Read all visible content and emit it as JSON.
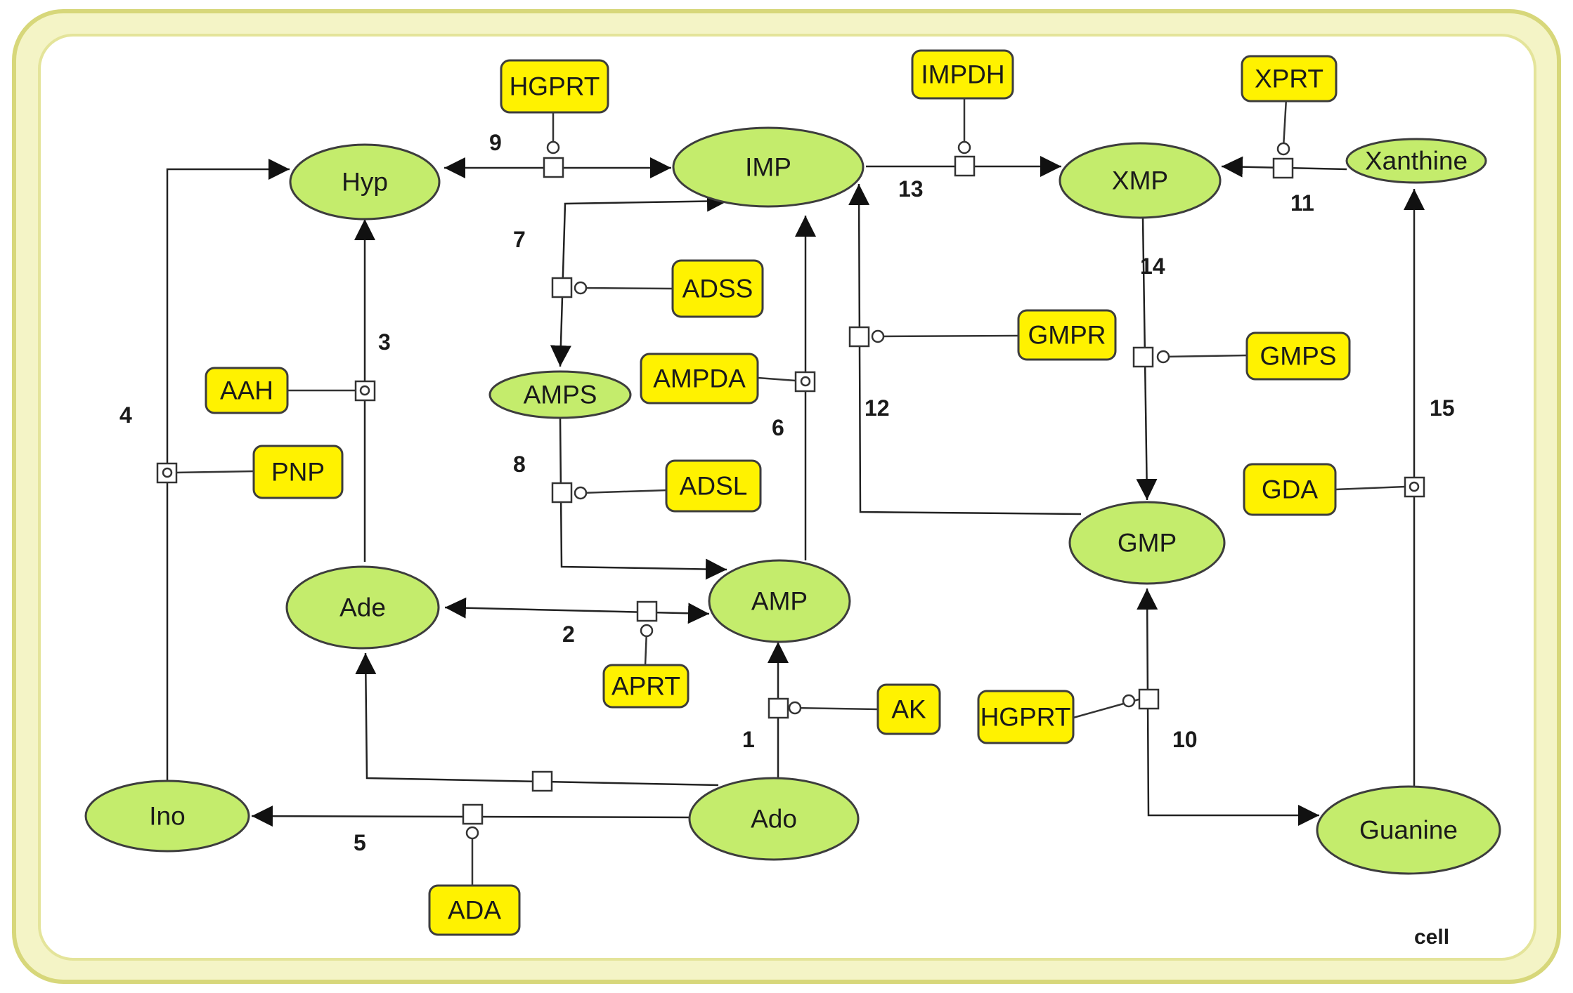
{
  "compartment": {
    "label": "cell",
    "fill": "#f4f4c6",
    "border": "#d7d77a"
  },
  "colors": {
    "metabolite": "#c4ec6c",
    "enzyme": "#fff200",
    "edge": "#222222"
  },
  "metabolites": {
    "hyp": "Hyp",
    "imp": "IMP",
    "xmp": "XMP",
    "xanthine": "Xanthine",
    "amps": "AMPS",
    "ade": "Ade",
    "amp": "AMP",
    "gmp": "GMP",
    "ino": "Ino",
    "ado": "Ado",
    "guanine": "Guanine"
  },
  "enzymes": {
    "hgprt_top": "HGPRT",
    "impdh": "IMPDH",
    "xprt": "XPRT",
    "adss": "ADSS",
    "gmpr": "GMPR",
    "aah": "AAH",
    "ampda": "AMPDA",
    "gmps": "GMPS",
    "pnp": "PNP",
    "adsl": "ADSL",
    "gda": "GDA",
    "aprt": "APRT",
    "ak": "AK",
    "hgprt_bottom": "HGPRT",
    "ada": "ADA"
  },
  "reactions": {
    "r1": "1",
    "r2": "2",
    "r3": "3",
    "r4": "4",
    "r5": "5",
    "r6": "6",
    "r7": "7",
    "r8": "8",
    "r9": "9",
    "r10": "10",
    "r11": "11",
    "r12": "12",
    "r13": "13",
    "r14": "14",
    "r15": "15"
  }
}
